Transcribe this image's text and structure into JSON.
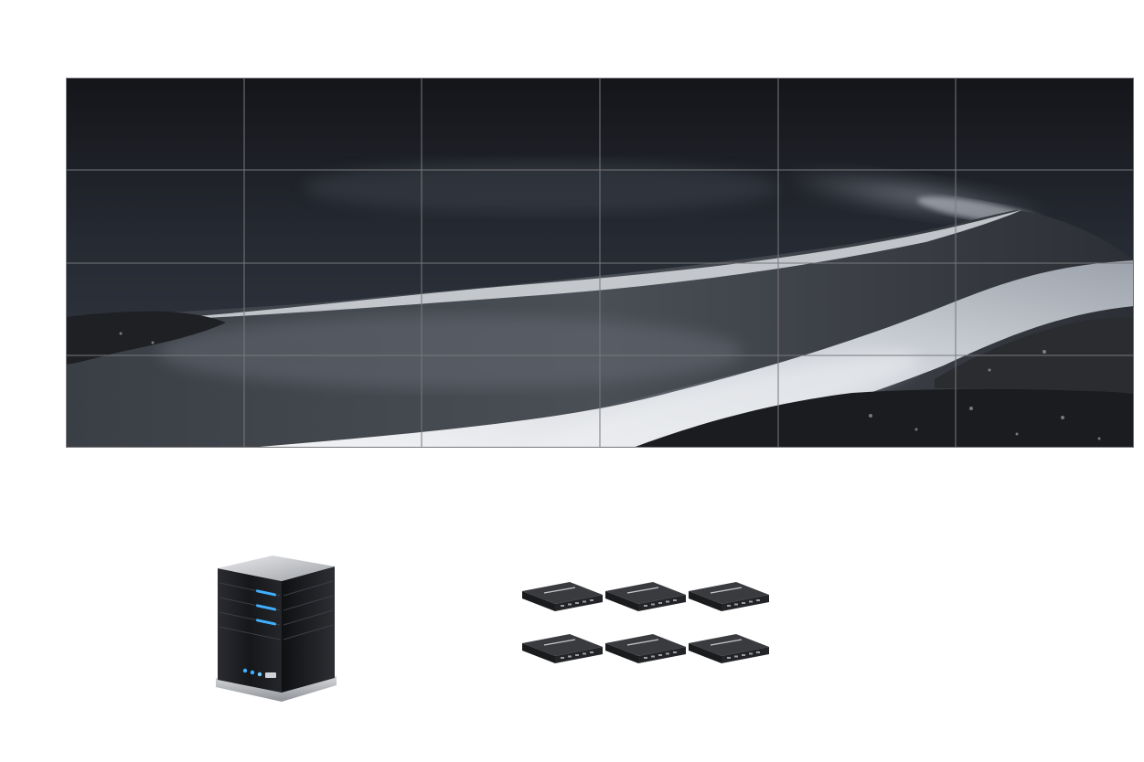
{
  "scene": {
    "wall": {
      "rows": 4,
      "columns": 6,
      "content": "windswept-snowy-mountain-photo",
      "palette": {
        "sky_dark": "#16181e",
        "sky_mid": "#2c313c",
        "snow": "#e6e8ec",
        "rock": "#1c1c1e",
        "bezel": "#6f6f72"
      }
    },
    "server": {
      "icon": "server-tower-icon",
      "led_color": "#3fb0ff",
      "body_color": "#1e2024"
    },
    "controllers": {
      "icon": "video-wall-controller-icon",
      "count": 6,
      "rows": 2,
      "columns": 3,
      "body_color": "#2a2b2e"
    }
  }
}
